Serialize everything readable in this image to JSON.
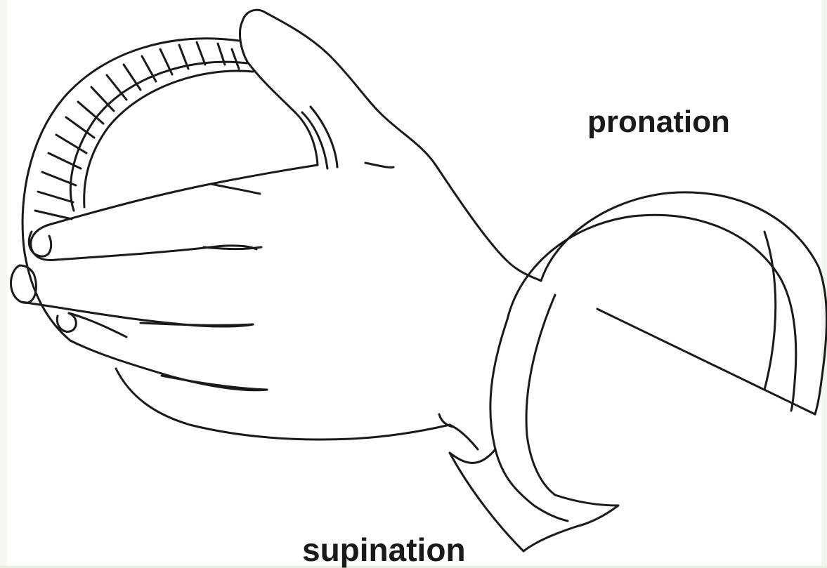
{
  "labels": {
    "pronation": "pronation",
    "supination": "supination"
  },
  "colors": {
    "ink": "#1a1a1a",
    "background": "#ffffff",
    "edge_tint": "#eef5e9"
  },
  "icons": [
    "hand-holding-dial-illustration",
    "curved-rotation-arrow"
  ]
}
